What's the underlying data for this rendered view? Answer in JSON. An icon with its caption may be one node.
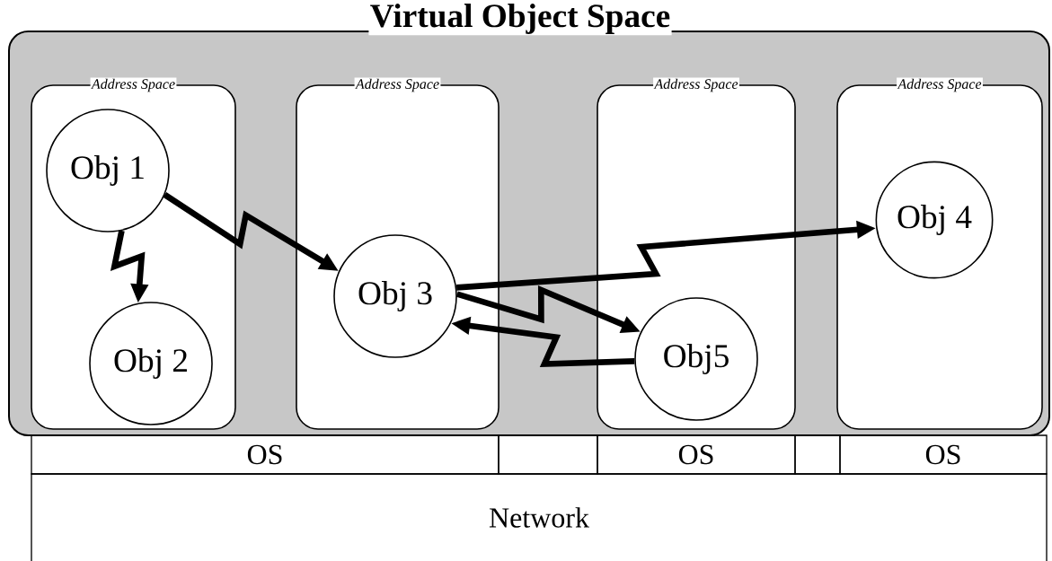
{
  "diagram": {
    "nodes": [
      {
        "text": [
          "Virtual Object Space"
        ]
      },
      {
        "text": [
          "Address Space"
        ],
        "in": 0
      },
      {
        "text": [
          "Address Space"
        ],
        "in": 0
      },
      {
        "text": [
          "Address Space"
        ],
        "in": 0
      },
      {
        "text": [
          "Address Space"
        ],
        "in": 0
      },
      {
        "text": [
          "Obj 1"
        ],
        "in": 1
      },
      {
        "text": [
          "Obj 2"
        ],
        "in": 1
      },
      {
        "text": [
          "Obj 3"
        ],
        "in": 2
      },
      {
        "text": [
          "Obj 4"
        ],
        "in": 4
      },
      {
        "text": [
          "Obj5"
        ],
        "in": 3
      },
      {
        "text": [
          "OS"
        ]
      },
      {
        "text": [],
        "shape": "box"
      },
      {
        "text": [
          "OS"
        ]
      },
      {
        "text": [],
        "shape": "box"
      },
      {
        "text": [
          "OS"
        ]
      },
      {
        "text": [
          "Network"
        ]
      }
    ],
    "edges": [
      {
        "from": 5,
        "to": 6,
        "arrow": "to"
      },
      {
        "from": 5,
        "to": 7,
        "arrow": "to"
      },
      {
        "from": 7,
        "to": 8,
        "arrow": "to"
      },
      {
        "from": 7,
        "to": 9,
        "arrow": "to"
      },
      {
        "from": 9,
        "to": 7,
        "arrow": "to"
      }
    ]
  }
}
